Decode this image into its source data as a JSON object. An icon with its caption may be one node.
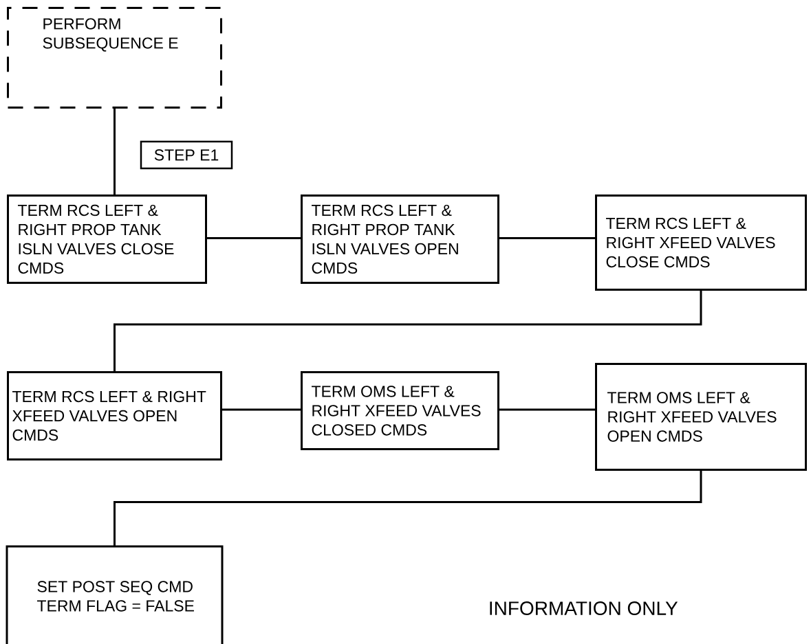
{
  "diagram": {
    "nodes": [
      {
        "text": [
          "PERFORM SUBSEQUENCE E"
        ]
      },
      {
        "text": [
          "STEP E1"
        ]
      },
      {
        "text": [
          "TERM RCS LEFT & RIGHT PROP TANK ISLN VALVES CLOSE CMDS"
        ]
      },
      {
        "text": [
          "TERM RCS LEFT & RIGHT PROP TANK ISLN VALVES OPEN CMDS"
        ]
      },
      {
        "text": [
          "TERM RCS LEFT & RIGHT XFEED VALVES CLOSE CMDS"
        ]
      },
      {
        "text": [
          "TERM RCS LEFT & RIGHT XFEED VALVES OPEN CMDS"
        ]
      },
      {
        "text": [
          "TERM OMS LEFT & RIGHT XFEED VALVES CLOSED CMDS"
        ]
      },
      {
        "text": [
          "TERM OMS LEFT & RIGHT XFEED VALVES OPEN CMDS"
        ]
      },
      {
        "text": [
          "SET POST SEQ CMD TERM FLAG = FALSE"
        ]
      }
    ],
    "edges": [
      {
        "from": 0,
        "to": 2,
        "arrow": "none"
      },
      {
        "from": 2,
        "to": 3,
        "arrow": "none"
      },
      {
        "from": 3,
        "to": 4,
        "arrow": "none"
      },
      {
        "from": 4,
        "to": 5,
        "arrow": "none"
      },
      {
        "from": 5,
        "to": 6,
        "arrow": "none"
      },
      {
        "from": 6,
        "to": 7,
        "arrow": "none"
      },
      {
        "from": 7,
        "to": 8,
        "arrow": "none"
      }
    ],
    "labels": [
      "INFORMATION ONLY"
    ]
  }
}
